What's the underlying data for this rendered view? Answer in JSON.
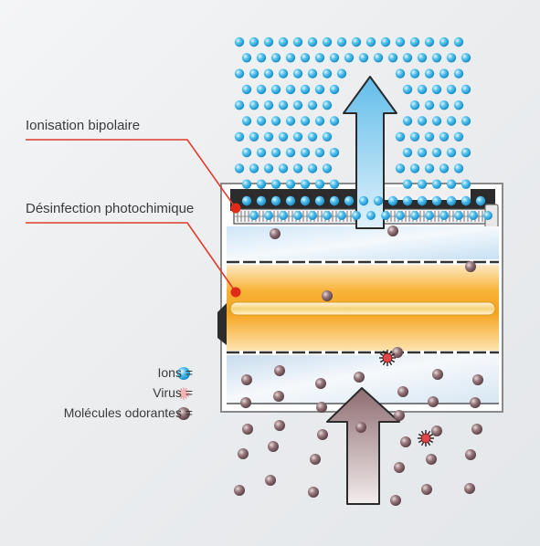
{
  "labels": {
    "ionisation": "Ionisation bipolaire",
    "desinfection": "Désinfection photochimique"
  },
  "legend": {
    "ions": "Ions =",
    "virus": "Virus =",
    "odor": "Molécules odorantes ="
  },
  "colors": {
    "ion": "#3ab4e6",
    "virus": "#e05050",
    "odor": "#8a6a6e",
    "leader": "#e03a2a",
    "lamp": "#f5a623",
    "filter": "#b8d8f0",
    "arrow_up": "#9fd4f2",
    "arrow_down": "#a98e92"
  },
  "icons": {
    "ion": "ion-dot-icon",
    "virus": "virus-icon",
    "odor": "odor-molecule-icon"
  }
}
